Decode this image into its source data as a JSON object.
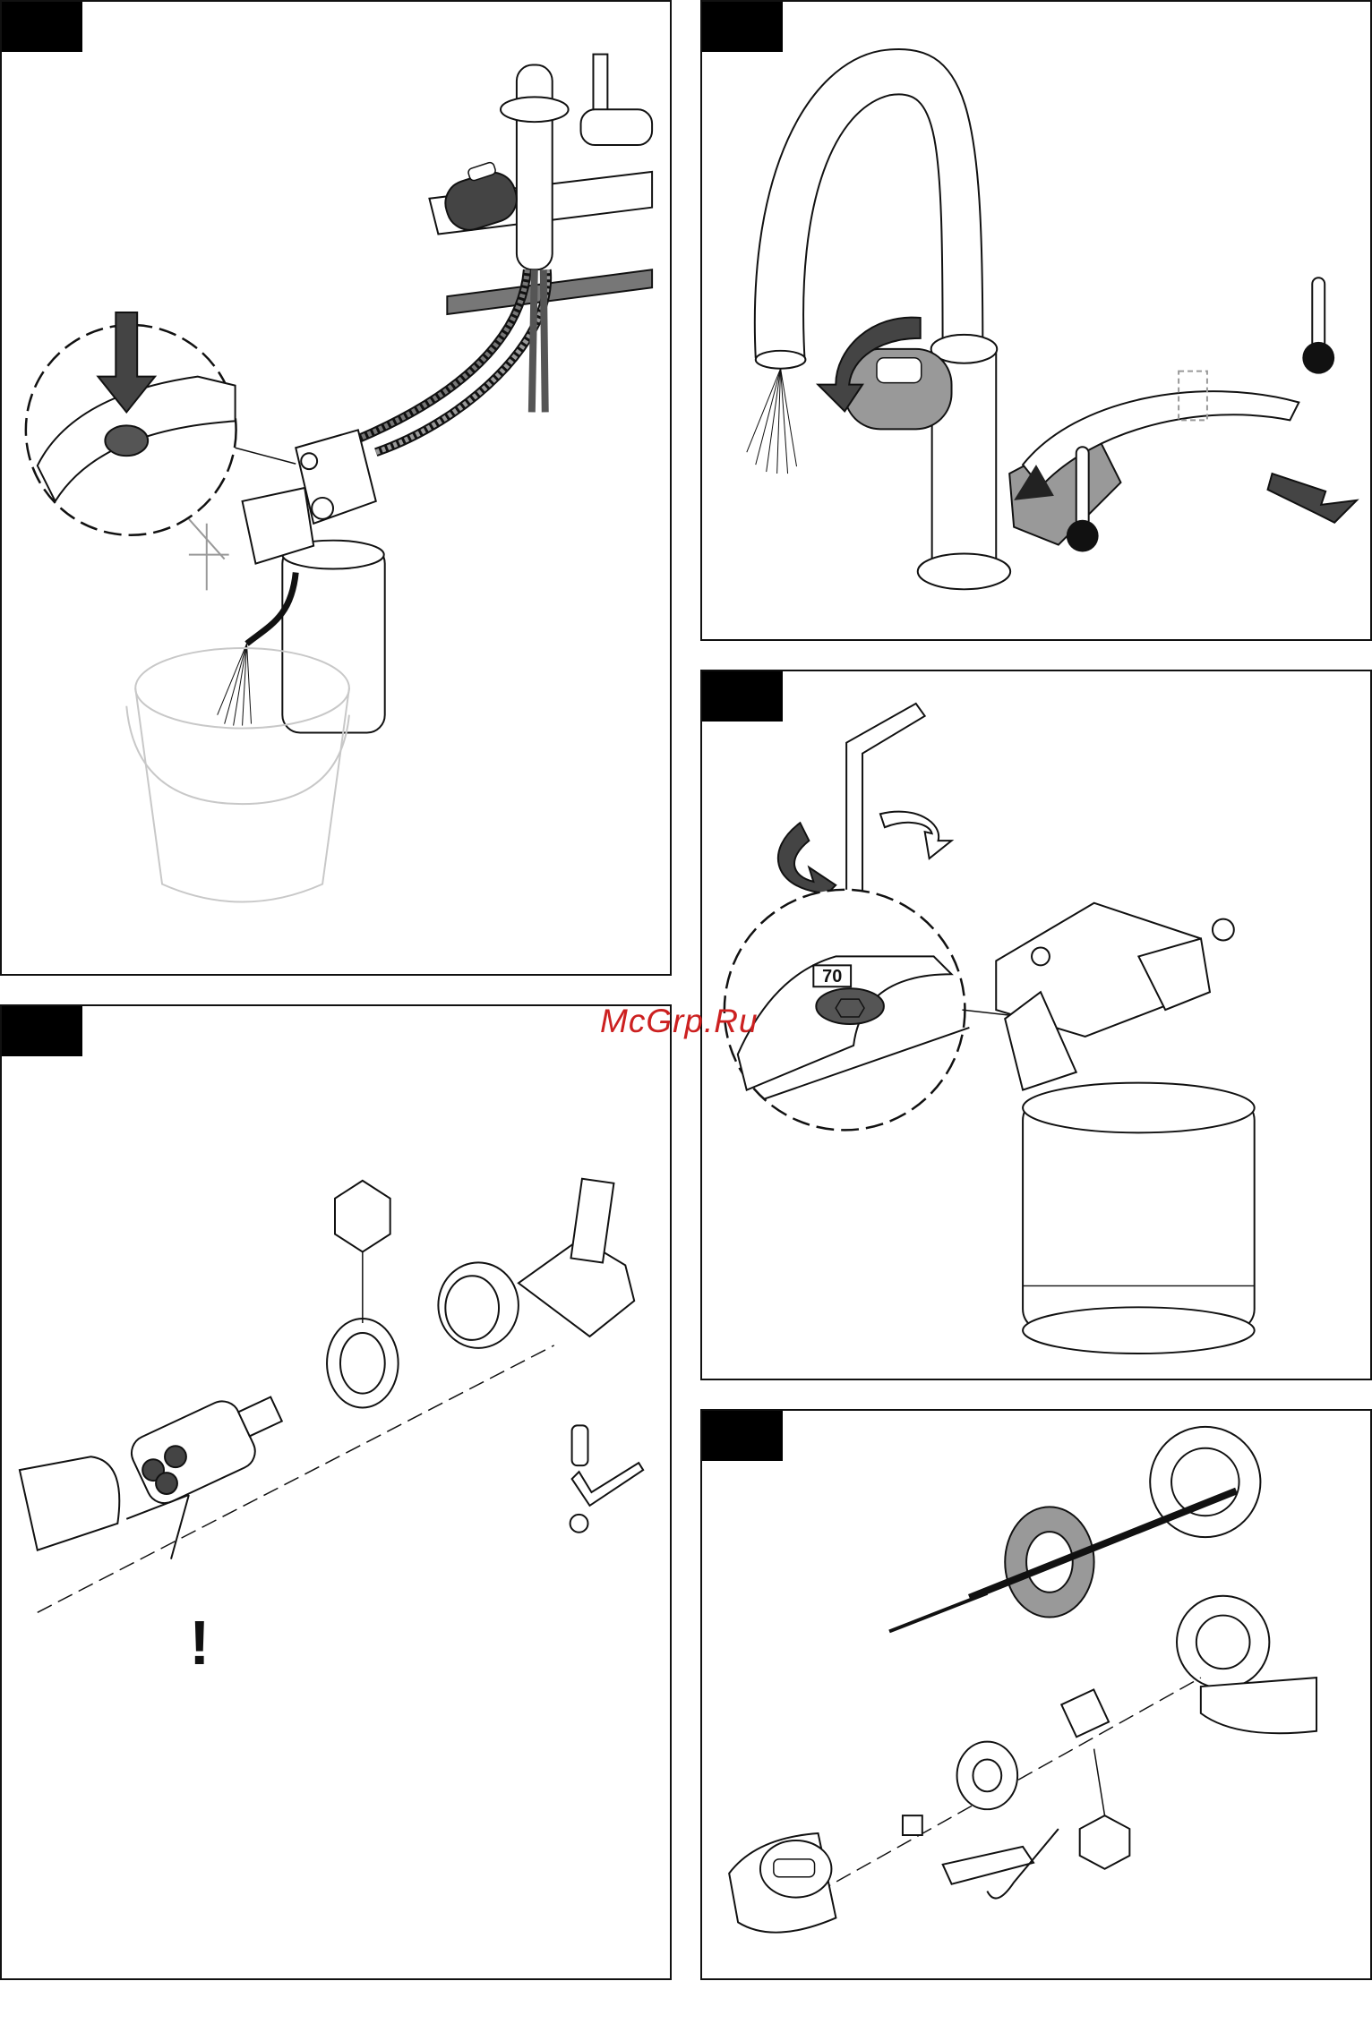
{
  "watermark": "McGrp.Ru",
  "panels": [
    {
      "id": "step-1"
    },
    {
      "id": "step-2"
    },
    {
      "id": "step-3",
      "temperature_label": "70"
    },
    {
      "id": "step-4",
      "warning_mark": "!"
    },
    {
      "id": "step-5"
    }
  ],
  "colors": {
    "line": "#111111",
    "fill_dark": "#555555",
    "fill_mid": "#9a9a9a",
    "ghost": "#c8c8c8"
  },
  "icons": [
    "down-arrow-icon",
    "rotate-arrow-icon",
    "thermometer-hot-icon",
    "thermometer-cold-icon",
    "hex-key-icon",
    "hexagon-wrench-icon",
    "exclamation-icon"
  ]
}
